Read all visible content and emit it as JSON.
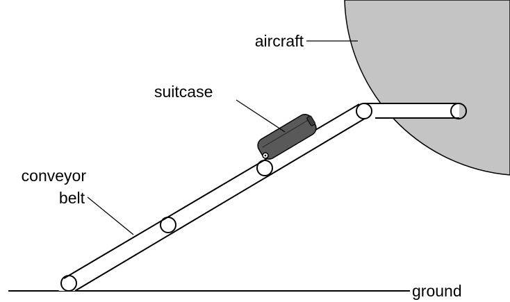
{
  "labels": {
    "aircraft": "aircraft",
    "suitcase": "suitcase",
    "conveyor_line1": "conveyor",
    "conveyor_line2": "belt",
    "ground": "ground"
  },
  "colors": {
    "aircraft_fill": "#c4c4c4",
    "suitcase_fill": "#595959",
    "line": "#000000",
    "background": "#ffffff"
  }
}
